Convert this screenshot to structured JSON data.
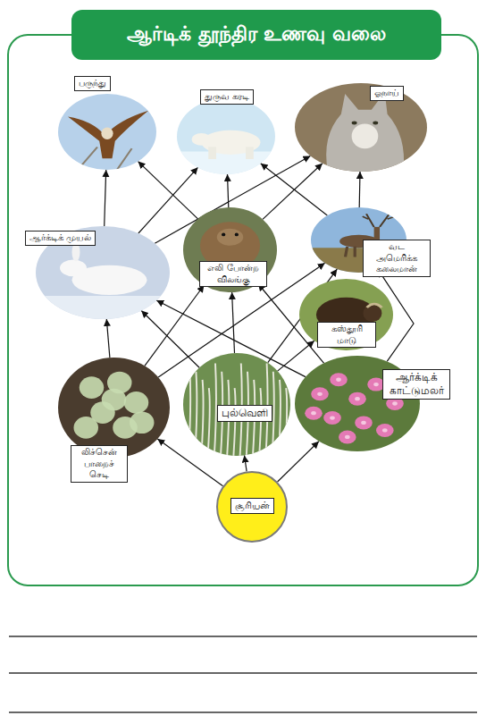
{
  "diagram": {
    "title": "ஆர்டிக் தூந்திர உணவு வலை",
    "nodes": [
      {
        "text": [
          "பருந்து"
        ]
      },
      {
        "text": [
          "துருவ கரடி"
        ]
      },
      {
        "text": [
          "ஓநாய்"
        ]
      },
      {
        "text": [
          "ஆர்க்டிக் முயல்"
        ]
      },
      {
        "text": [
          "எலி போன்ற விலங்கு"
        ]
      },
      {
        "text": [
          "வட அமெரிக்க கலைமான்"
        ]
      },
      {
        "text": [
          "கஸ்தூரி மாடு"
        ]
      },
      {
        "text": [
          "லிச்சென் பாறைச் செடி"
        ]
      },
      {
        "text": [
          "புல்வெளி"
        ]
      },
      {
        "text": [
          "ஆர்க்டிக் காட்டுமலர்"
        ]
      },
      {
        "text": [
          "சூரியன்"
        ]
      }
    ],
    "edges": [
      {
        "from": 10,
        "to": 7,
        "arrow": "to"
      },
      {
        "from": 10,
        "to": 8,
        "arrow": "to"
      },
      {
        "from": 10,
        "to": 9,
        "arrow": "to"
      },
      {
        "from": 7,
        "to": 3,
        "arrow": "to"
      },
      {
        "from": 7,
        "to": 4,
        "arrow": "to"
      },
      {
        "from": 7,
        "to": 5,
        "arrow": "to"
      },
      {
        "from": 8,
        "to": 3,
        "arrow": "to"
      },
      {
        "from": 8,
        "to": 4,
        "arrow": "to"
      },
      {
        "from": 8,
        "to": 6,
        "arrow": "to"
      },
      {
        "from": 8,
        "to": 5,
        "arrow": "to"
      },
      {
        "from": 9,
        "to": 3,
        "arrow": "to"
      },
      {
        "from": 9,
        "to": 5,
        "arrow": "to"
      },
      {
        "from": 9,
        "to": 4,
        "arrow": "to"
      },
      {
        "from": 3,
        "to": 0,
        "arrow": "to"
      },
      {
        "from": 3,
        "to": 1,
        "arrow": "to"
      },
      {
        "from": 3,
        "to": 2,
        "arrow": "to"
      },
      {
        "from": 4,
        "to": 0,
        "arrow": "to"
      },
      {
        "from": 4,
        "to": 1,
        "arrow": "to"
      },
      {
        "from": 4,
        "to": 2,
        "arrow": "to"
      },
      {
        "from": 5,
        "to": 1,
        "arrow": "to"
      },
      {
        "from": 5,
        "to": 2,
        "arrow": "to"
      }
    ]
  }
}
